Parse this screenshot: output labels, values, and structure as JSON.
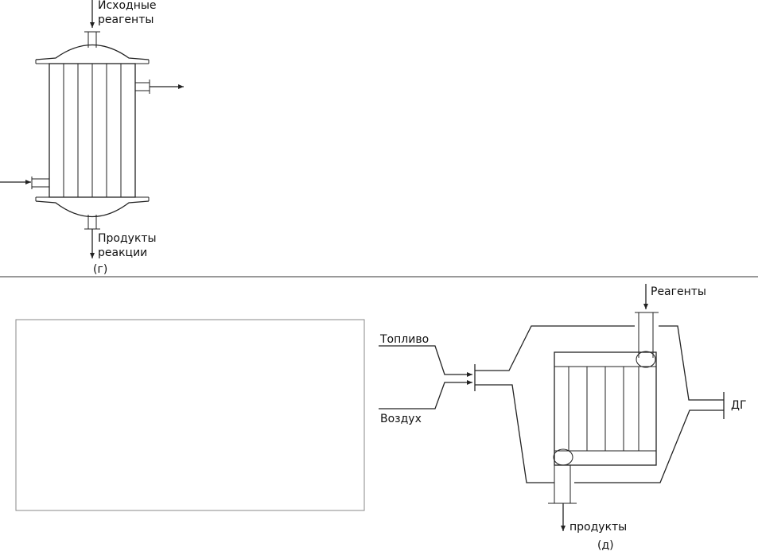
{
  "diagram_g": {
    "label_top_1": "Исходные",
    "label_top_2": "реагенты",
    "label_bottom_1": "Продукты",
    "label_bottom_2": "реакции",
    "caption": "(г)"
  },
  "diagram_d": {
    "label_reagents": "Реагенты",
    "label_fuel": "Топливо",
    "label_air": "Воздух",
    "label_exhaust": "ДГ",
    "label_products": "продукты",
    "caption": "(д)"
  }
}
